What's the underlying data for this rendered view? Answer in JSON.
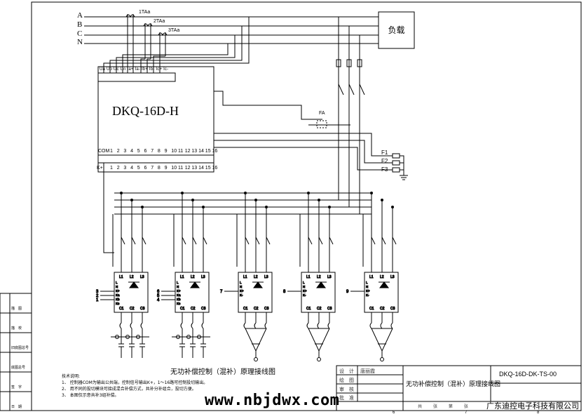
{
  "phases": [
    "A",
    "B",
    "C",
    "N"
  ],
  "cts": [
    "1TAa",
    "2TAa",
    "3TAa"
  ],
  "load_label": "负载",
  "controller": {
    "model": "DKQ-16D-H",
    "top_terminals": [
      "Ua",
      "Ub",
      "Uc",
      "Un",
      "Ia+",
      "Ia-",
      "Ib+",
      "Ib-",
      "Ic+",
      "Ic-"
    ],
    "bottom_row_label": "COM",
    "k_label": "K+",
    "outputs": [
      "1",
      "2",
      "3",
      "4",
      "5",
      "6",
      "7",
      "8",
      "9",
      "10",
      "11",
      "12",
      "13",
      "14",
      "15",
      "16"
    ]
  },
  "fa_label": "FA",
  "fuses": [
    "F1",
    "F2",
    "F3"
  ],
  "module_terminals_top": [
    "L1",
    "L2",
    "L3"
  ],
  "module_terminals_bottom": [
    "C1",
    "C2",
    "C3"
  ],
  "module_side_three": [
    "L",
    "N",
    "K+",
    "Ka",
    "Kb",
    "Kc"
  ],
  "module_side_one": [
    "L",
    "N",
    "K+",
    "K-"
  ],
  "wire_numbers": {
    "m1": [
      "3",
      "2",
      "1"
    ],
    "m2": [
      "6",
      "5",
      "4"
    ],
    "m3": "7",
    "m4": "8",
    "m5": "9"
  },
  "diagram_title": "无功补偿控制（混补）原理接线图",
  "notes_title": "技术说明:",
  "notes": [
    "1、  控制器COM为输出公共端，控制信号输出K+，1～16路可控制投切输出。",
    "2、  用不同的投切模块可接成混合补偿方式，共补分补组合，投切方便。",
    "3、  本图仅示意共补3组补偿。"
  ],
  "left_strip": [
    "描　图",
    "描　校",
    "旧底图总号",
    "底图总号",
    "签　字",
    "日　期"
  ],
  "title_block": {
    "design_label": "设　计",
    "design_name": "唐丽霞",
    "draw_label": "绘　图",
    "check_label": "审　核",
    "approve_label": "批　准",
    "title": "无功补偿控制（混补）原理接线图",
    "drawing_no": "DKQ-16D-DK-TS-00",
    "company": "广东迪控电子科技有限公司",
    "sheet_labels": [
      "共",
      "张",
      "第",
      "张"
    ]
  },
  "column_numbers": [
    "6",
    "7",
    "8"
  ],
  "watermark": "www.nbjdwx.com"
}
